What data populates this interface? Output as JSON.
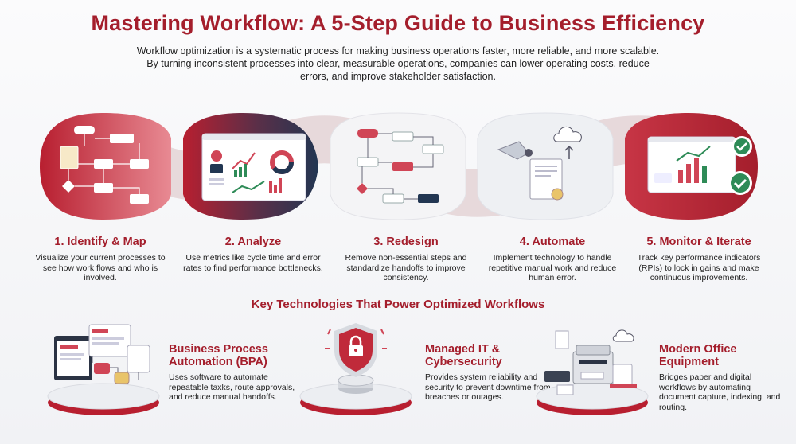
{
  "header": {
    "title": "Mastering Workflow: A 5-Step Guide to Business Efficiency",
    "intro": "Workflow optimization is a systematic process for making business operations faster, more reliable, and more scalable. By turning inconsistent processes into clear, measurable operations, companies can lower operating costs, reduce errors, and improve stakeholder satisfaction."
  },
  "colors": {
    "accent": "#a41e2c",
    "accent_light": "#d04556",
    "navy": "#223652",
    "check_green": "#2e8b57"
  },
  "steps": [
    {
      "title": "1. Identify & Map",
      "desc": "Visualize your current processes to see how work flows and who is involved.",
      "icon": "flowchart-map-icon"
    },
    {
      "title": "2. Analyze",
      "desc": "Use metrics like cycle time and error rates to find performance bottlenecks.",
      "icon": "analytics-dashboard-icon"
    },
    {
      "title": "3. Redesign",
      "desc": "Remove non-essential steps and standardize handoffs to improve consistency.",
      "icon": "redesign-flow-icon"
    },
    {
      "title": "4. Automate",
      "desc": "Implement technology to handle repetitive manual work and reduce human error.",
      "icon": "robot-cloud-document-icon"
    },
    {
      "title": "5. Monitor & Iterate",
      "desc": "Track key performance indicators (RPIs) to lock in gains and make continuous improvements.",
      "icon": "monitor-checkmark-icon"
    }
  ],
  "technologies": {
    "section_title": "Key Technologies That Power Optimized Workflows",
    "items": [
      {
        "title": "Business Process Automation (BPA)",
        "desc": "Uses software to automate repeatable taxks, route approvals, and reduce manual handoffs.",
        "icon": "bpa-screens-icon"
      },
      {
        "title": "Managed IT & Cybersecurity",
        "desc": "Provides system reliability and security to prevent downtime from breaches or outages.",
        "icon": "shield-lock-icon"
      },
      {
        "title": "Modern Office Equipment",
        "desc": "Bridges paper and digital workflows by automating document capture, indexing, and routing.",
        "icon": "office-printer-scanner-icon"
      }
    ]
  }
}
